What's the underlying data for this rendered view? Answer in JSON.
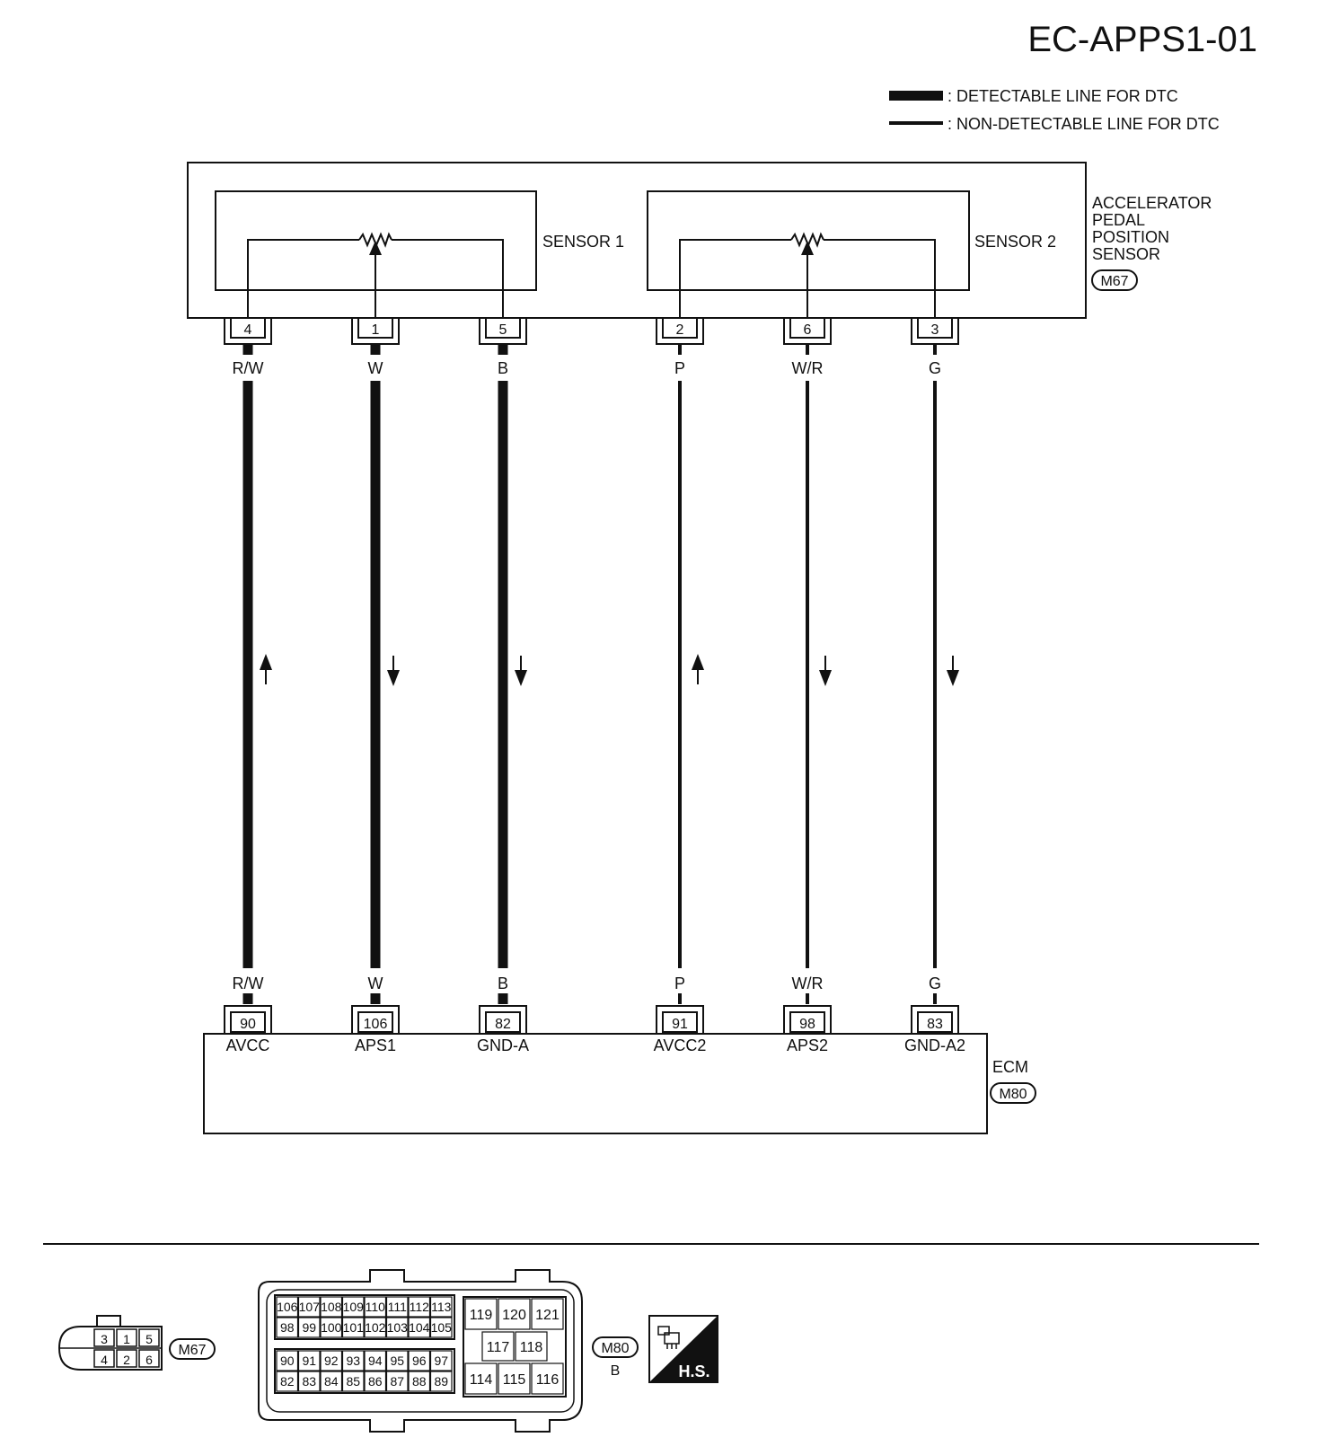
{
  "diagram_id": "EC-APPS1-01",
  "legend": {
    "detectable": ": DETECTABLE LINE FOR DTC",
    "non_detectable": ": NON-DETECTABLE LINE FOR DTC"
  },
  "sensor_component": {
    "name_lines": [
      "ACCELERATOR",
      "PEDAL",
      "POSITION",
      "SENSOR"
    ],
    "connector": "M67",
    "sensor1_label": "SENSOR 1",
    "sensor2_label": "SENSOR 2"
  },
  "wires": [
    {
      "sensor_pin": "4",
      "color": "R/W",
      "ecm_pin": "90",
      "signal": "AVCC",
      "direction": "up",
      "detectable": true
    },
    {
      "sensor_pin": "1",
      "color": "W",
      "ecm_pin": "106",
      "signal": "APS1",
      "direction": "down",
      "detectable": true
    },
    {
      "sensor_pin": "5",
      "color": "B",
      "ecm_pin": "82",
      "signal": "GND-A",
      "direction": "down",
      "detectable": true
    },
    {
      "sensor_pin": "2",
      "color": "P",
      "ecm_pin": "91",
      "signal": "AVCC2",
      "direction": "up",
      "detectable": false
    },
    {
      "sensor_pin": "6",
      "color": "W/R",
      "ecm_pin": "98",
      "signal": "APS2",
      "direction": "down",
      "detectable": false
    },
    {
      "sensor_pin": "3",
      "color": "G",
      "ecm_pin": "83",
      "signal": "GND-A2",
      "direction": "down",
      "detectable": false
    }
  ],
  "ecm": {
    "name": "ECM",
    "connector": "M80"
  },
  "connectors": {
    "m67": {
      "label": "M67",
      "top_row": [
        "3",
        "1",
        "5"
      ],
      "bottom_row": [
        "4",
        "2",
        "6"
      ]
    },
    "m80": {
      "label": "M80",
      "color_code": "B",
      "left_block": [
        [
          "106",
          "107",
          "108",
          "109",
          "110",
          "111",
          "112",
          "113"
        ],
        [
          "98",
          "99",
          "100",
          "101",
          "102",
          "103",
          "104",
          "105"
        ],
        [
          "90",
          "91",
          "92",
          "93",
          "94",
          "95",
          "96",
          "97"
        ],
        [
          "82",
          "83",
          "84",
          "85",
          "86",
          "87",
          "88",
          "89"
        ]
      ],
      "right_block": {
        "top": [
          "119",
          "120",
          "121"
        ],
        "middle": [
          "117",
          "118"
        ],
        "bottom": [
          "114",
          "115",
          "116"
        ]
      }
    },
    "hs_badge": "H.S."
  }
}
